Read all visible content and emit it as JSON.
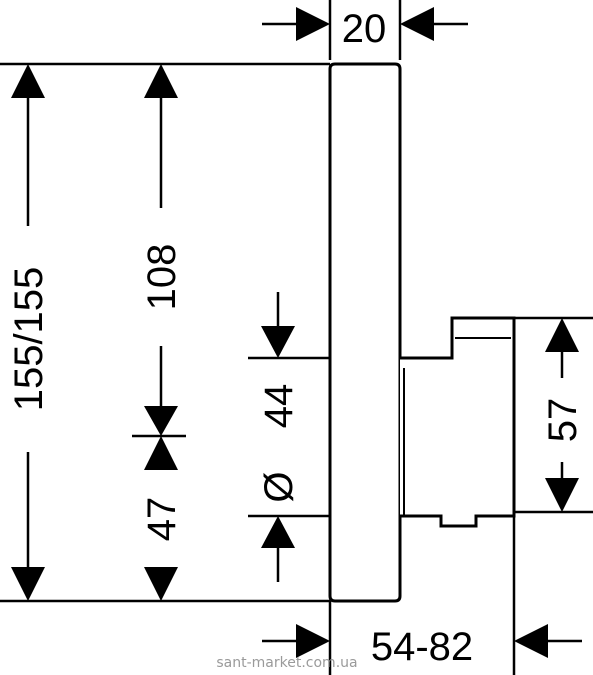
{
  "dimensions": {
    "top_width": "20",
    "total_height": "155/155",
    "upper_height": "108",
    "diameter_symbol": "Ø",
    "diameter_value": "44",
    "lower_height": "47",
    "body_height": "57",
    "depth_range": "54-82"
  },
  "watermark": "sant-market.com.ua"
}
